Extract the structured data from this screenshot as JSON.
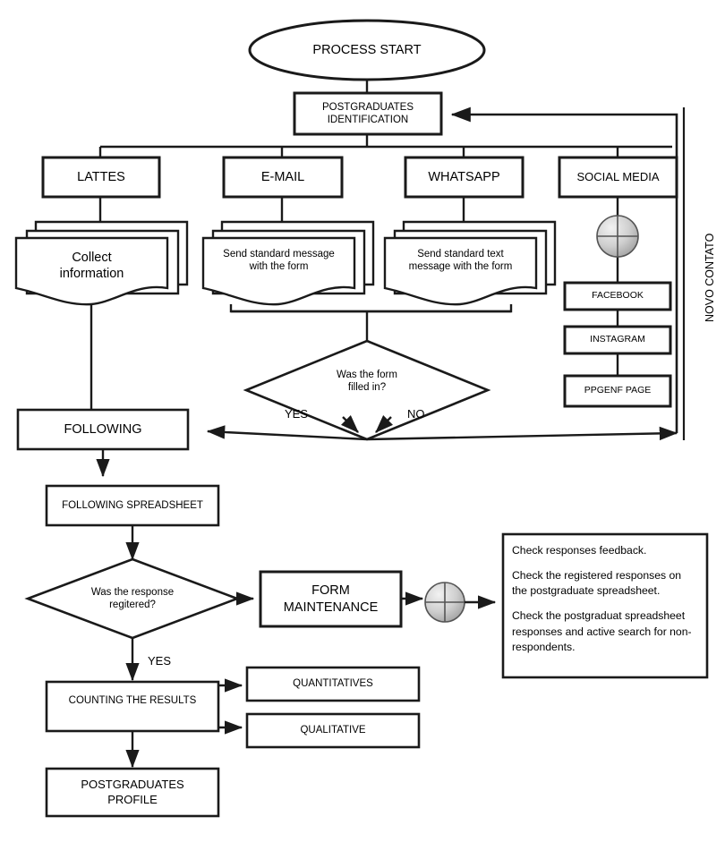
{
  "diagram": {
    "title_vertical_right": "NOVO CONTATO",
    "nodes": {
      "start": "PROCESS START",
      "identification": "POSTGRADUATES\nIDENTIFICATION",
      "lattes": "LATTES",
      "email": "E-MAIL",
      "whatsapp": "WHATSAPP",
      "social_media": "SOCIAL MEDIA",
      "collect_information": "Collect\ninformation",
      "send_standard_message": "Send standard message\nwith the form",
      "send_standard_text": "Send standard text\nmessage with the form",
      "facebook": "FACEBOOK",
      "instagram": "INSTAGRAM",
      "ppgenf_page": "PPGENF PAGE",
      "decision_form": "Was the form\nfilled in?",
      "following": "FOLLOWING",
      "following_spreadsheet": "FOLLOWING SPREADSHEET",
      "decision_response": "Was the response\nregitered?",
      "form_maintenance": "FORM\nMAINTENANCE",
      "counting_results": "COUNTING THE RESULTS",
      "quantitatives": "QUANTITATIVES",
      "qualitative": "QUALITATIVE",
      "postgraduates_profile": "POSTGRADUATES\nPROFILE"
    },
    "edge_labels": {
      "yes_form": "YES",
      "no_form": "NO",
      "yes_response": "YES"
    },
    "note": {
      "line1": "Check responses feedback.",
      "line2": "Check the registered responses on the postgraduate spreadsheet.",
      "line3": "Check the postgraduat spreadsheet responses and active search for non-respondents."
    },
    "colors": {
      "stroke": "#1a1a1a",
      "fill": "#ffffff",
      "connector_fill": "#b8b8b8",
      "background": "#ffffff"
    }
  }
}
